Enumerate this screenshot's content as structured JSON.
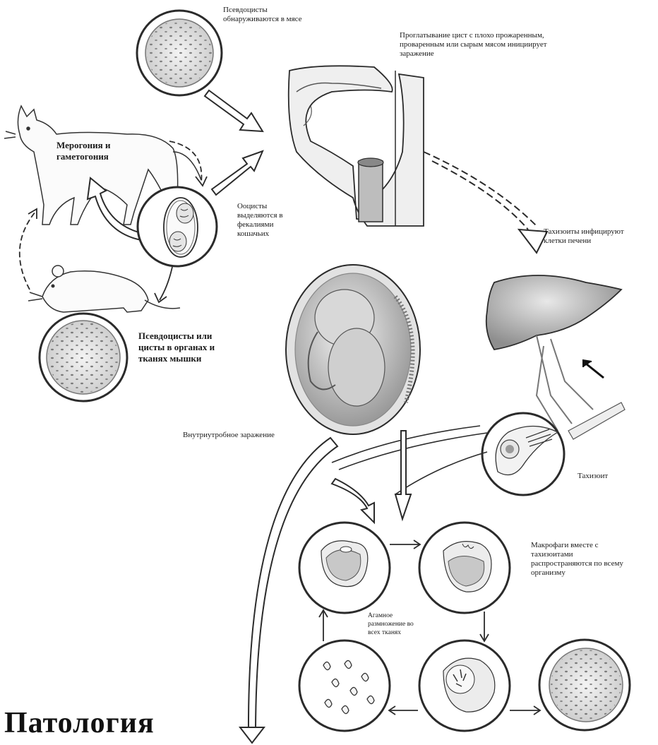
{
  "labels": {
    "pseudocysts_meat": "Псевдоцисты\nобнаруживаются в мясе",
    "ingestion": "Проглатывание цист с плохо прожаренным,\nпроваренным или сырым мясом инициирует\nзаражение",
    "merogony": "Мерогония и\nгаметогония",
    "oocysts": "Ооцисты\nвыделяются в\nфекалиями\nкошачьих",
    "tachyzoites_liver": "Тахизоиты инфицируют\nклетки печени",
    "pseudocysts_mouse": "Псевдоцисты или\nцисты в органах и\nтканях мышки",
    "intrauterine": "Внутриутробное заражение",
    "tachyzoite": "Тахизоит",
    "macrophages": "Макрофаги вместе с\nтахизоитами\nраспространяются по всему\nорганизму",
    "asexual": "Агамное\nразмножение во\nвсех тканях"
  },
  "title": "Патология",
  "colors": {
    "stroke": "#2b2b2b",
    "fill_light": "#f2f2f2",
    "fill_mid": "#d9d9d9",
    "dots": "#6a6a6a"
  }
}
